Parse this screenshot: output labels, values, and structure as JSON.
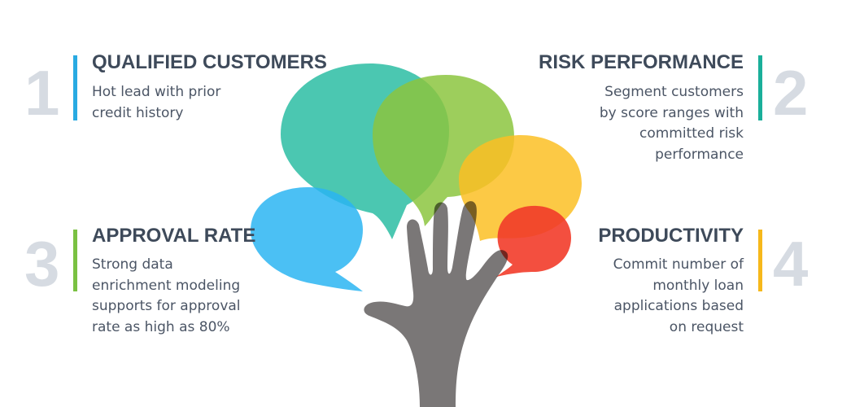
{
  "colors": {
    "number": "#d6dbe2",
    "heading": "#3e4a5a",
    "text": "#4b5565",
    "bubble_teal": "#2cbda3",
    "bubble_green": "#8cc63f",
    "bubble_yellow": "#fbbf24",
    "bubble_red": "#f23c2a",
    "bubble_blue": "#2bb5f2",
    "hand": "#7a7777"
  },
  "icons": {
    "illustration": "hand-holding-speech-bubbles"
  },
  "items": [
    {
      "number": "1",
      "title": "QUALIFIED CUSTOMERS",
      "lines": [
        "Hot lead with prior",
        "credit history"
      ],
      "accent": "#29aae2"
    },
    {
      "number": "2",
      "title": "RISK PERFORMANCE",
      "lines": [
        "Segment customers",
        "by score ranges with",
        "committed risk",
        "performance"
      ],
      "accent": "#1aaf9a"
    },
    {
      "number": "3",
      "title": "APPROVAL RATE",
      "lines": [
        "Strong data",
        "enrichment modeling",
        "supports for approval",
        "rate as high as 80%"
      ],
      "accent": "#7ac142"
    },
    {
      "number": "4",
      "title": "PRODUCTIVITY",
      "lines": [
        "Commit number of",
        "monthly loan",
        "applications based",
        "on request"
      ],
      "accent": "#f6b81b"
    }
  ]
}
